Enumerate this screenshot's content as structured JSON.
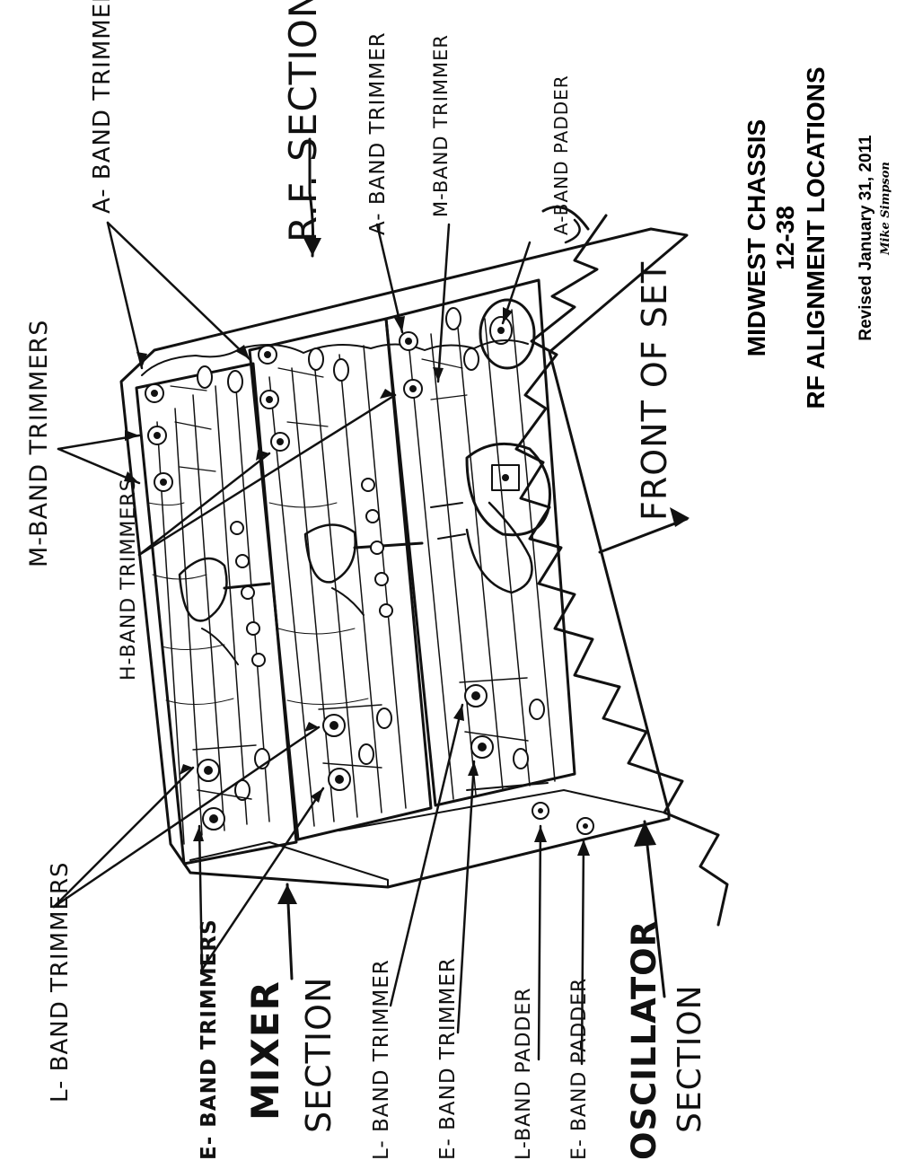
{
  "labels": {
    "m_band_trimmers": "M-BAND TRIMMERS",
    "a_band_trimmers": "A- BAND TRIMMERS",
    "rf_section": "R.F. SECTION",
    "a_band_trimmer": "A- BAND TRIMMER",
    "m_band_trimmer": "M-BAND TRIMMER",
    "a_band_padder": "A-BAND PADDER",
    "h_band_trimmers": "H-BAND TRIMMERS",
    "front_of_set": "FRONT OF SET",
    "l_band_trimmers": "L- BAND TRIMMERS",
    "e_band_trimmers": "E- BAND TRIMMERS",
    "mixer_section_1": "MIXER",
    "mixer_section_2": "SECTION",
    "l_band_trimmer": "L- BAND TRIMMER",
    "e_band_trimmer": "E- BAND TRIMMER",
    "l_band_padder": "L-BAND PADDER",
    "e_band_padder": "E- BAND PADDER",
    "oscillator_section_1": "OSCILLATOR",
    "oscillator_section_2": "SECTION"
  },
  "title_block": {
    "line1": "MIDWEST CHASSIS",
    "line2": "12-38",
    "line3": "RF ALIGNMENT LOCATIONS",
    "revised": "Revised January 31, 2011",
    "signature": "Mike Simpson"
  },
  "colors": {
    "ink": "#111111",
    "paper": "#ffffff"
  }
}
